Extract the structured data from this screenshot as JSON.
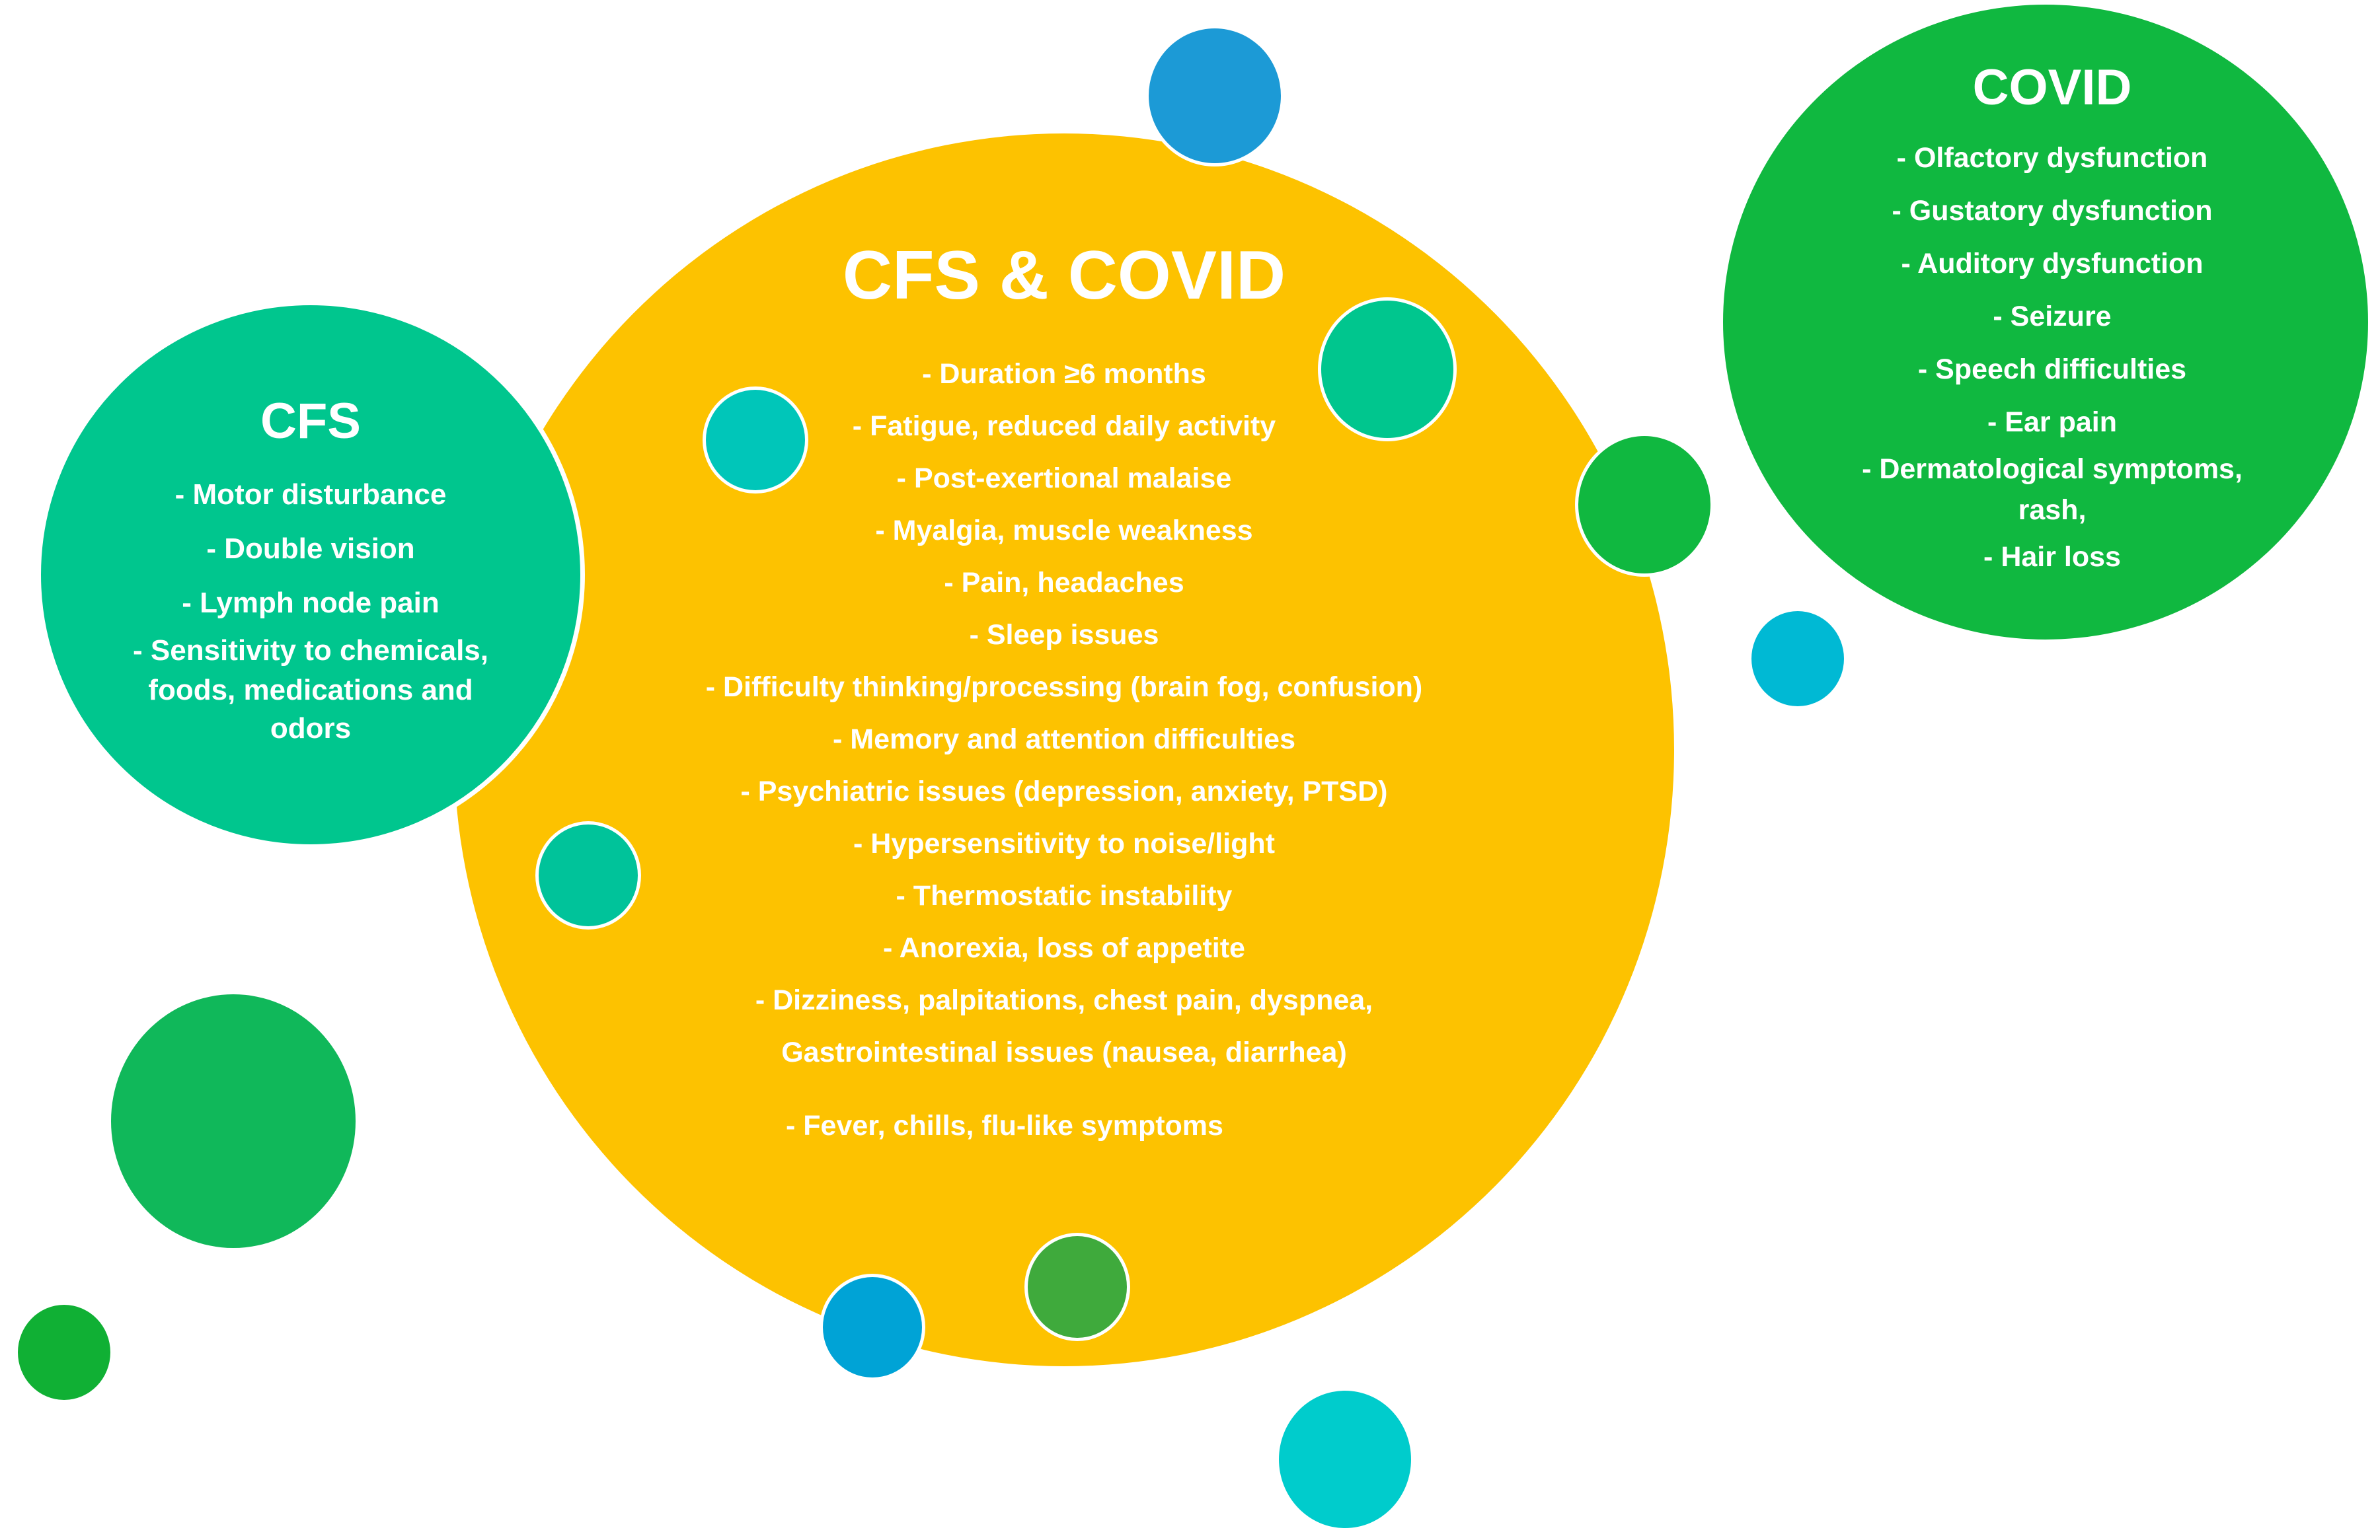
{
  "colors": {
    "yellow": "#FDC200",
    "teal_green": "#00C68E",
    "green": "#10B840",
    "blue": "#1C9AD6",
    "cyan": "#00B9D4",
    "aqua": "#00CCCC",
    "olive_green": "#3FAA3C"
  },
  "cfs": {
    "title": "CFS",
    "items": [
      "- Motor disturbance",
      "- Double vision",
      "- Lymph node pain",
      "- Sensitivity to chemicals,",
      "foods, medications and",
      "odors"
    ]
  },
  "both": {
    "title": "CFS & COVID",
    "items": [
      "- Duration ≥6 months",
      "- Fatigue, reduced daily activity",
      "- Post-exertional malaise",
      "- Myalgia, muscle weakness",
      "- Pain, headaches",
      "- Sleep issues",
      "- Difficulty thinking/processing (brain fog, confusion)",
      "- Memory and attention difficulties",
      "- Psychiatric issues (depression, anxiety, PTSD)",
      "- Hypersensitivity to noise/light",
      "- Thermostatic instability",
      "- Anorexia, loss of appetite",
      "- Dizziness, palpitations, chest pain, dyspnea,",
      "Gastrointestinal issues (nausea, diarrhea)",
      "- Fever, chills, flu-like symptoms"
    ]
  },
  "covid": {
    "title": "COVID",
    "items": [
      "- Olfactory dysfunction",
      "- Gustatory dysfunction",
      "- Auditory dysfunction",
      "- Seizure",
      "- Speech difficulties",
      "- Ear pain",
      "- Dermatological symptoms,",
      "rash,",
      "- Hair loss"
    ]
  }
}
